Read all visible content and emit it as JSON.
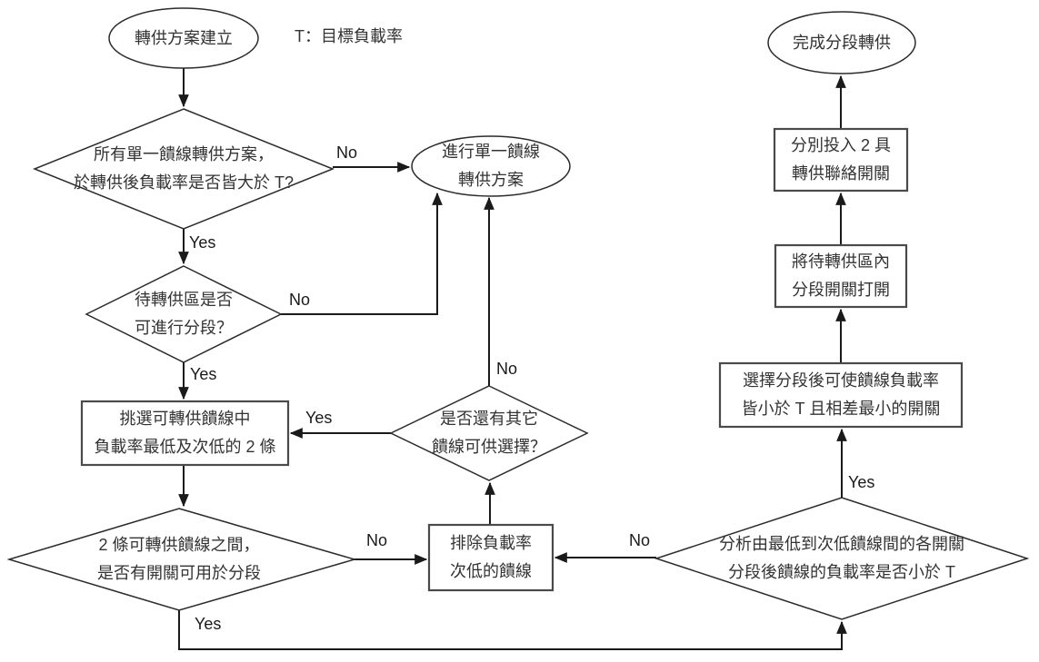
{
  "diagram_type": "flowchart",
  "colors": {
    "background": "#ffffff",
    "connector": "#1a1a1a",
    "terminator_stroke": "#2b2b2b",
    "decision_stroke": "#2b2b2b",
    "process_stroke": "#4a4a4a",
    "text": "#333333"
  },
  "legend": {
    "note": "T：目標負載率"
  },
  "nodes": {
    "start": {
      "label": "轉供方案建立"
    },
    "check_single": {
      "line1": "所有單一饋線轉供方案，",
      "line2": "於轉供後負載率是否皆大於 T?"
    },
    "do_single": {
      "line1": "進行單一饋線",
      "line2": "轉供方案"
    },
    "can_segment": {
      "line1": "待轉供區是否",
      "line2": "可進行分段？"
    },
    "pick_two": {
      "line1": "挑選可轉供饋線中",
      "line2": "負載率最低及次低的 2 條"
    },
    "other_feeder": {
      "line1": "是否還有其它",
      "line2": "饋線可供選擇？"
    },
    "has_switch": {
      "line1": "2 條可轉供饋線之間，",
      "line2": "是否有開關可用於分段"
    },
    "exclude": {
      "line1": "排除負載率",
      "line2": "次低的饋線"
    },
    "analyze": {
      "line1": "分析由最低到次低饋線間的各開關",
      "line2": "分段後饋線的負載率是否小於 T"
    },
    "choose": {
      "line1": "選擇分段後可使饋線負載率",
      "line2": "皆小於 T 且相差最小的開關"
    },
    "open_switch": {
      "line1": "將待轉供區內",
      "line2": "分段開關打開"
    },
    "close_tie": {
      "line1": "分別投入 2 具",
      "line2": "轉供聯絡開關"
    },
    "done": {
      "label": "完成分段轉供"
    }
  },
  "edge_labels": {
    "check_single_no": "No",
    "check_single_yes": "Yes",
    "can_segment_no": "No",
    "can_segment_yes": "Yes",
    "other_feeder_yes": "Yes",
    "other_feeder_no": "No",
    "has_switch_no": "No",
    "has_switch_yes": "Yes",
    "analyze_no": "No",
    "analyze_yes": "Yes"
  }
}
